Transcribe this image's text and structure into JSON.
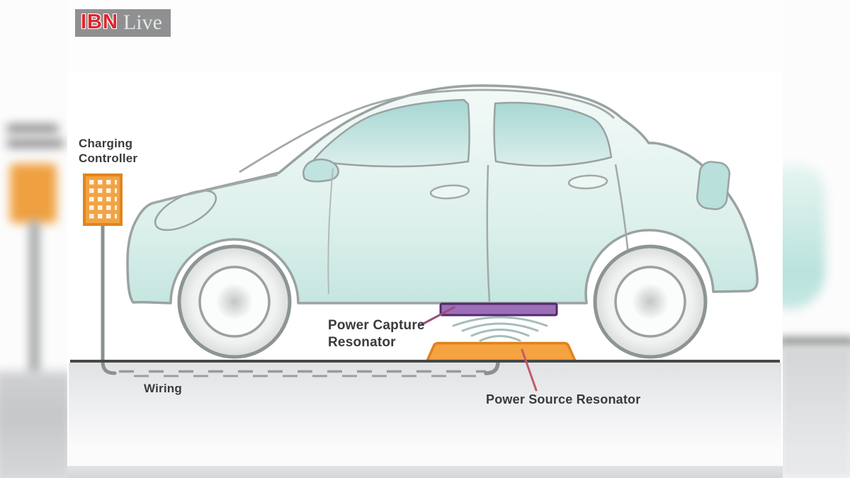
{
  "watermark": {
    "brand": "IBN Live",
    "brand_bold": "IBN",
    "brand_serif": "Live"
  },
  "diagram": {
    "labels": {
      "charging_controller": "Charging\nController",
      "wiring": "Wiring",
      "power_capture_resonator": "Power Capture\nResonator",
      "power_source_resonator": "Power Source Resonator"
    },
    "colors": {
      "controller_box_orange": "#f2a342",
      "source_pad_orange": "#f5a240",
      "capture_bar_purple": "#9c6fb8",
      "car_body_teal": "#cfeae5",
      "glass_teal": "#a9d8d3",
      "ground_line": "#474747",
      "label_text": "#3a3b3d",
      "logo_red": "#e3242b"
    }
  }
}
